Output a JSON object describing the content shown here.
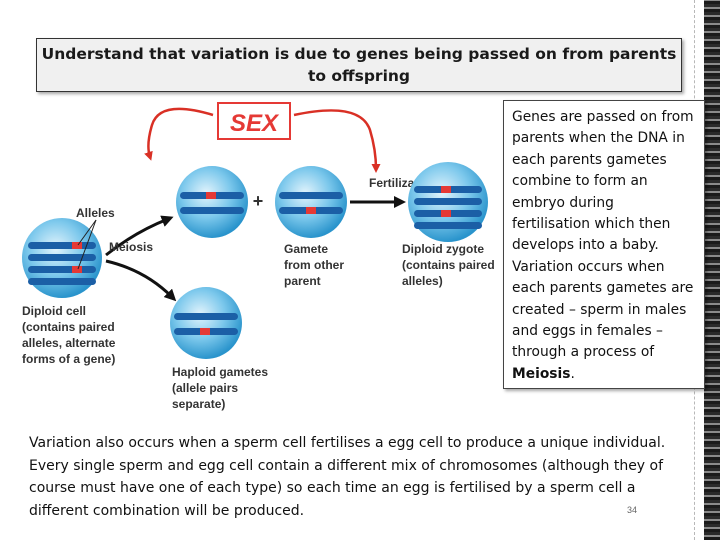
{
  "title": "Understand that variation is due to genes being passed on from parents to offspring",
  "diagram": {
    "sex_label": "SEX",
    "labels": {
      "alleles": "Alleles",
      "meiosis": "Meiosis",
      "fertilization": "Fertilization",
      "plus": "+",
      "diploid_cell": [
        "Diploid cell",
        "(contains paired",
        "alleles, alternate",
        "forms of a gene)"
      ],
      "gamete_other": [
        "Gamete",
        "from other",
        "parent"
      ],
      "diploid_zygote": [
        "Diploid zygote",
        "(contains paired",
        "alleles)"
      ],
      "haploid_gametes": [
        "Haploid gametes",
        "(allele pairs",
        "separate)"
      ]
    },
    "colors": {
      "cell": "#3aa3d6",
      "chromosome": "#1b5fa6",
      "allele": "#e53935",
      "arrow": "#d93025",
      "sex_box": "#e53935"
    }
  },
  "side_text_parts": [
    "Genes are passed on from parents when the DNA in each parents gametes combine to form an embryo during fertilisation which then develops into a baby. Variation occurs when each parents gametes are created – sperm in males and eggs in females – through a process of ",
    "Meiosis",
    "."
  ],
  "bottom_text": "Variation also occurs when a sperm cell fertilises a egg cell to produce a unique individual. Every single sperm and egg cell contain a different mix of chromosomes (although they of course must have one of each type) so each time an egg is fertilised by a sperm cell a different combination will be produced.",
  "page_number": "34"
}
